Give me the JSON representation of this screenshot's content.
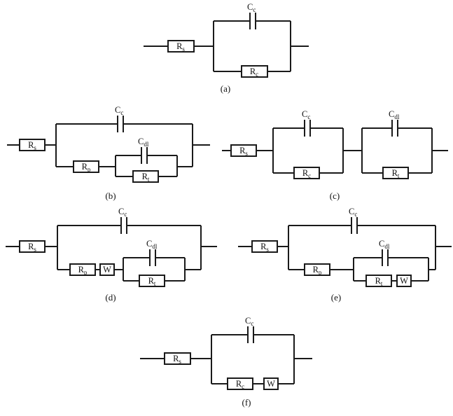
{
  "figure": {
    "line_color": "#1a1a1a",
    "background": "#ffffff",
    "circuits": {
      "a": {
        "caption": "(a)",
        "rs": {
          "main": "R",
          "sub": "s"
        },
        "cc": {
          "main": "C",
          "sub": "c"
        },
        "rc": {
          "main": "R",
          "sub": "c"
        }
      },
      "b": {
        "caption": "(b)",
        "rs": {
          "main": "R",
          "sub": "s"
        },
        "cc": {
          "main": "C",
          "sub": "c"
        },
        "rp": {
          "main": "R",
          "sub": "p"
        },
        "cdl": {
          "main": "C",
          "sub": "dl"
        },
        "rt": {
          "main": "R",
          "sub": "t"
        }
      },
      "c": {
        "caption": "(c)",
        "rs": {
          "main": "R",
          "sub": "s"
        },
        "cc": {
          "main": "C",
          "sub": "c"
        },
        "rc": {
          "main": "R",
          "sub": "c"
        },
        "cdl": {
          "main": "C",
          "sub": "dl"
        },
        "rt": {
          "main": "R",
          "sub": "t"
        }
      },
      "d": {
        "caption": "(d)",
        "rs": {
          "main": "R",
          "sub": "s"
        },
        "cc": {
          "main": "C",
          "sub": "c"
        },
        "rp": {
          "main": "R",
          "sub": "p"
        },
        "w": {
          "main": "W"
        },
        "cdl": {
          "main": "C",
          "sub": "dl"
        },
        "rt": {
          "main": "R",
          "sub": "t"
        }
      },
      "e": {
        "caption": "(e)",
        "rs": {
          "main": "R",
          "sub": "s"
        },
        "cc": {
          "main": "C",
          "sub": "c"
        },
        "rp": {
          "main": "R",
          "sub": "p"
        },
        "cdl": {
          "main": "C",
          "sub": "dl"
        },
        "rt": {
          "main": "R",
          "sub": "t"
        },
        "w": {
          "main": "W"
        }
      },
      "f": {
        "caption": "(f)",
        "rs": {
          "main": "R",
          "sub": "s"
        },
        "cc": {
          "main": "C",
          "sub": "c"
        },
        "rc": {
          "main": "R",
          "sub": "c"
        },
        "w": {
          "main": "W"
        }
      }
    }
  }
}
